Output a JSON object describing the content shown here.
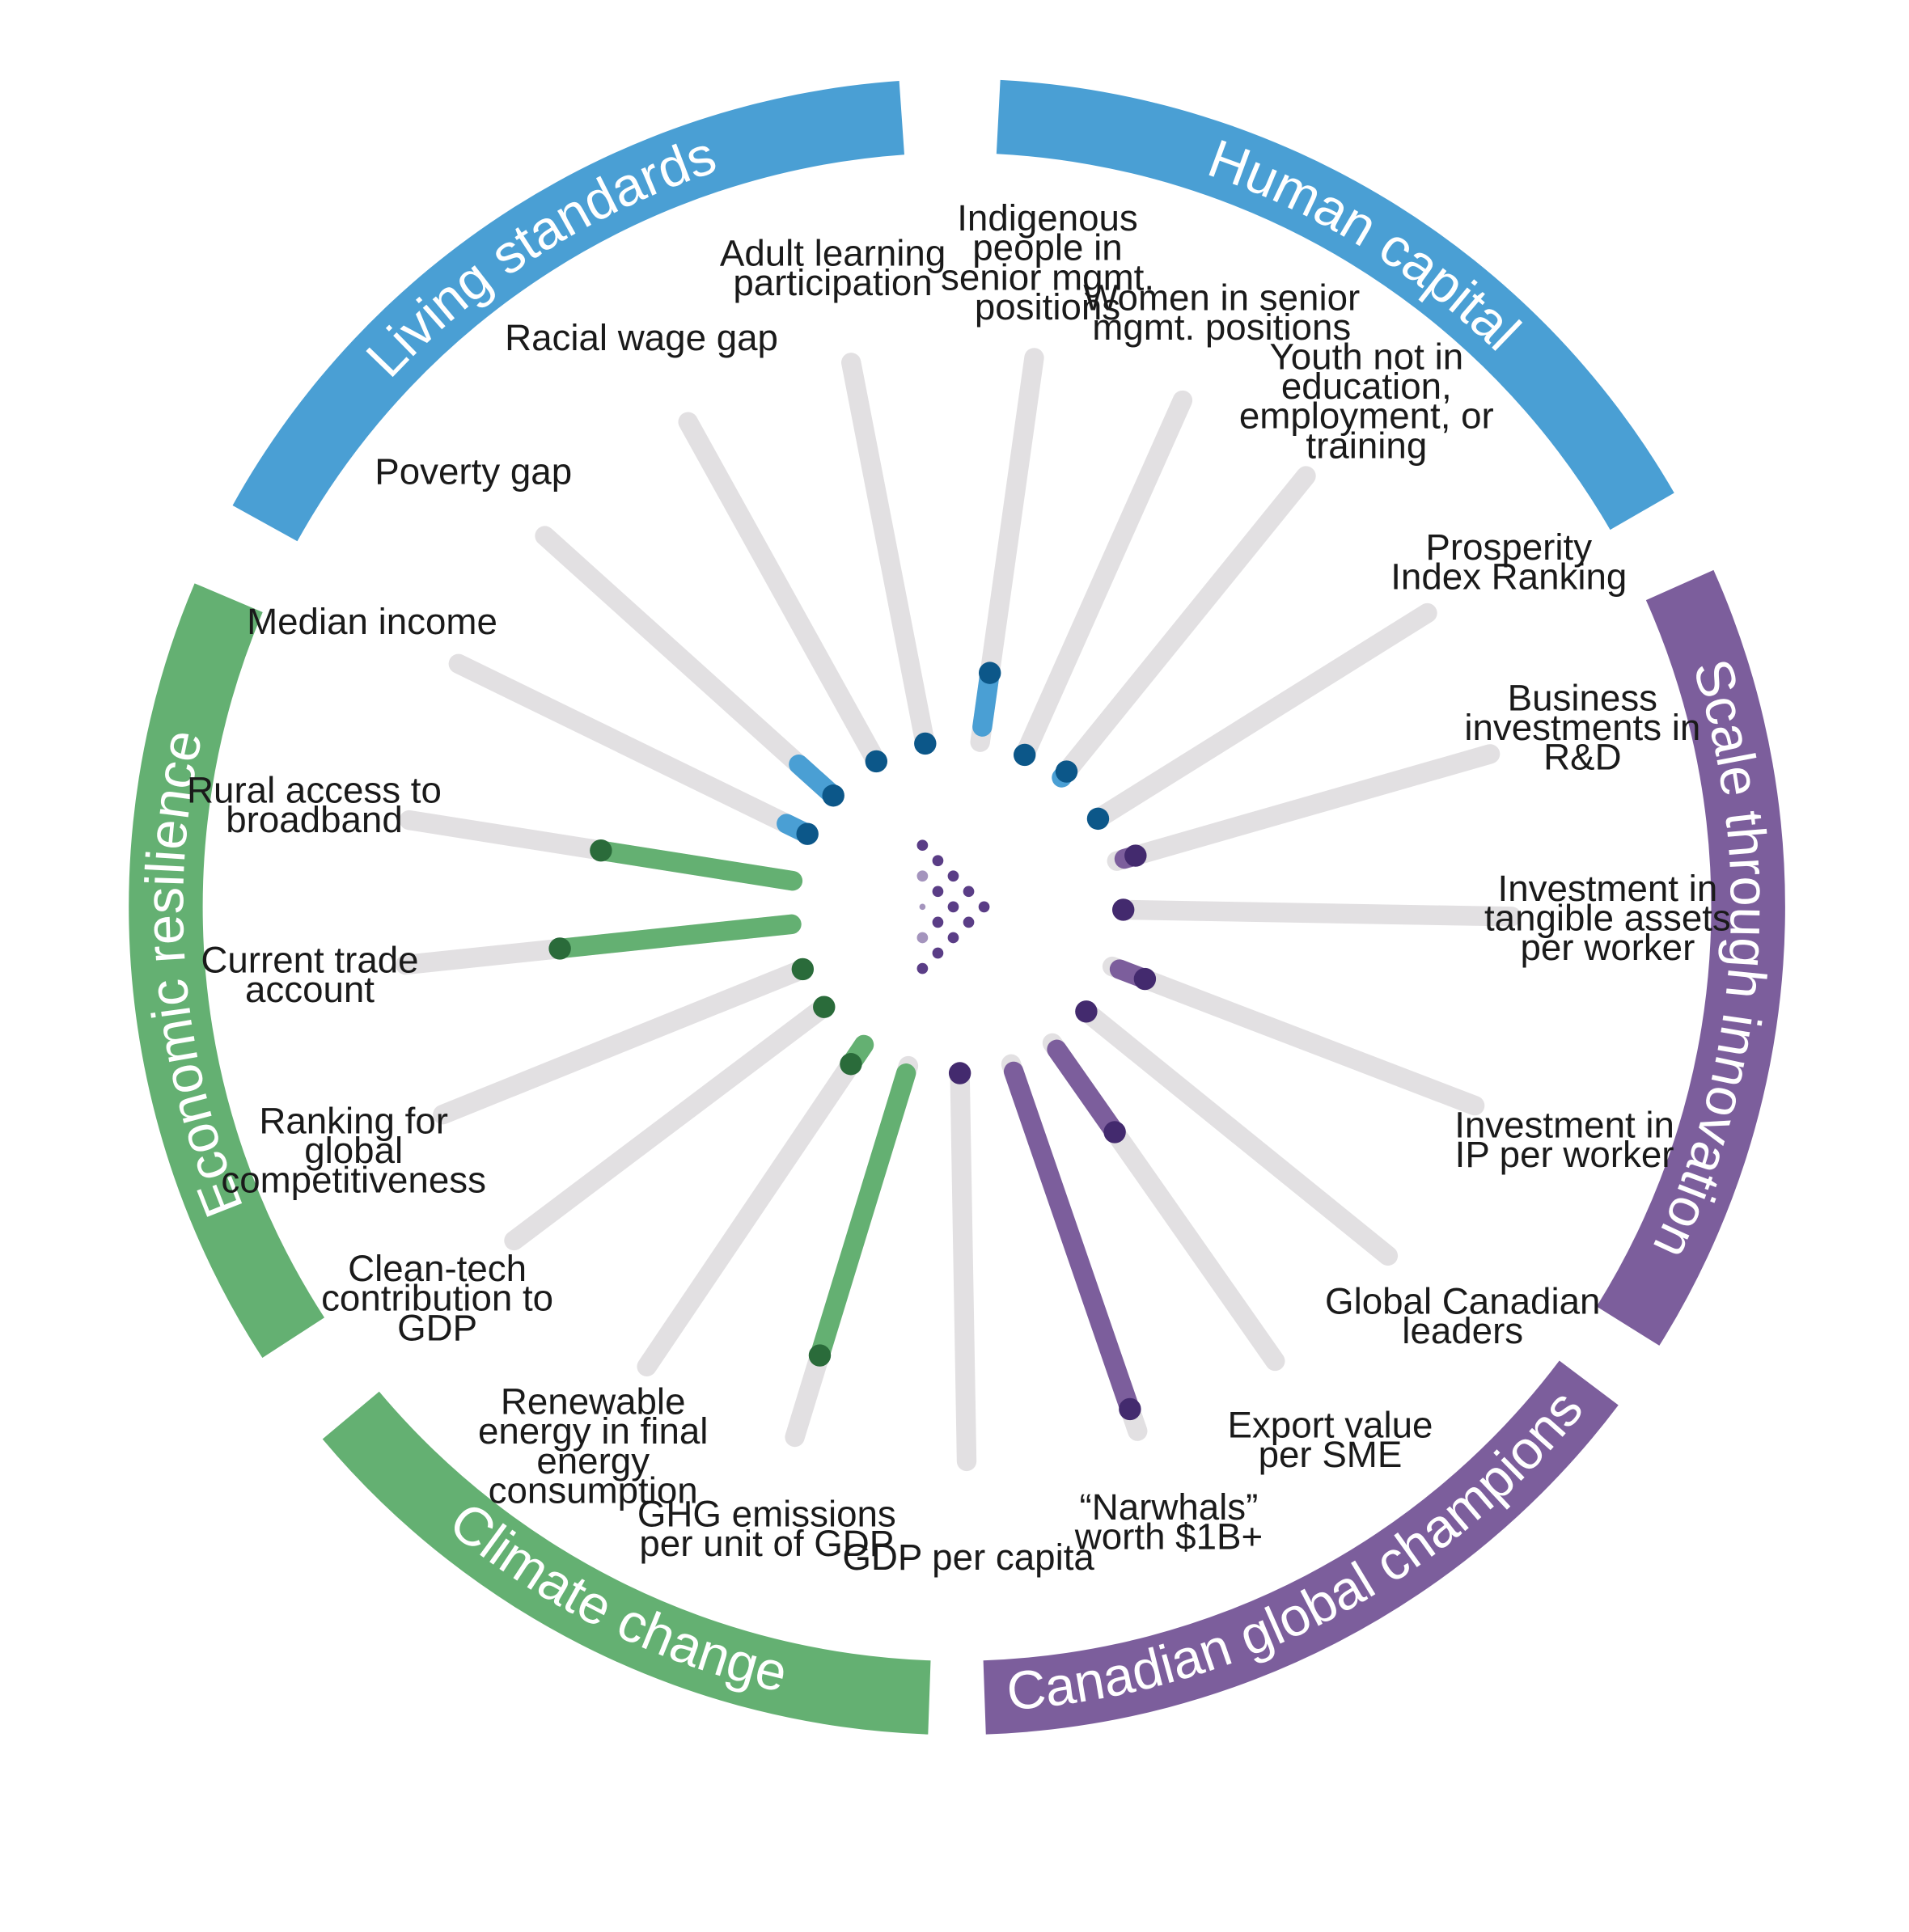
{
  "colors": {
    "track": "#e2e0e2",
    "blue_ring": "#4a9fd4",
    "green_ring": "#64b072",
    "purple_ring": "#7c5e9c",
    "blue_dark": "#0c5789",
    "green_dark": "#2a6b3a",
    "purple_dark": "#432a6e",
    "logo": "#5a3d86"
  },
  "chart_data": {
    "type": "radial-bar",
    "categories": [
      {
        "name": "Human capital",
        "color": "#4a9fd4"
      },
      {
        "name": "Scale through innovation",
        "color": "#7c5e9c"
      },
      {
        "name": "Canadian global champions",
        "color": "#7c5e9c"
      },
      {
        "name": "Climate change",
        "color": "#64b072"
      },
      {
        "name": "Economic resilience",
        "color": "#64b072"
      },
      {
        "name": "Living standards",
        "color": "#4a9fd4"
      }
    ],
    "indicators": [
      {
        "label": "Indigenous people in senior mgmt. positions",
        "category": "Human capital",
        "start": 0.18,
        "end": 0.04
      },
      {
        "label": "Women in senior mgmt. positions",
        "category": "Human capital",
        "start": 0.0,
        "end": 0.0
      },
      {
        "label": "Youth not in education, employment, or training",
        "category": "Human capital",
        "start": 0.02,
        "end": 0.0
      },
      {
        "label": "Prosperity Index Ranking",
        "category": "Human capital",
        "start": 0.0,
        "end": 0.0
      },
      {
        "label": "Business investments in R&D",
        "category": "Scale through innovation",
        "start": 0.05,
        "end": 0.02
      },
      {
        "label": "Investment in tangible assets per worker",
        "category": "Scale through innovation",
        "start": 0.0,
        "end": 0.0
      },
      {
        "label": "Investment in IP per worker",
        "category": "Scale through innovation",
        "start": 0.09,
        "end": 0.02
      },
      {
        "label": "Global Canadian leaders",
        "category": "Canadian global champions",
        "start": 0.0,
        "end": 0.0
      },
      {
        "label": "Export value per SME",
        "category": "Canadian global champions",
        "start": 0.28,
        "end": 0.02
      },
      {
        "label": "“Narwhals” worth $1B+",
        "category": "Canadian global champions",
        "start": 0.94,
        "end": 0.02
      },
      {
        "label": "GDP per capita",
        "category": "Canadian global champions",
        "start": 0.0,
        "end": 0.0
      },
      {
        "label": "GHG emissions per unit of GDP",
        "category": "Climate change",
        "start": 0.78,
        "end": 0.02
      },
      {
        "label": "Renewable energy in final energy consumption",
        "category": "Climate change",
        "start": 0.06,
        "end": 0.0
      },
      {
        "label": "Clean-tech contribution to GDP",
        "category": "Climate change",
        "start": 0.0,
        "end": 0.0
      },
      {
        "label": "Ranking for global competitiveness",
        "category": "Economic resilience",
        "start": 0.0,
        "end": 0.0
      },
      {
        "label": "Current trade account",
        "category": "Economic resilience",
        "start": 0.6,
        "end": 0.0
      },
      {
        "label": "Rural access to broadband",
        "category": "Economic resilience",
        "start": 0.5,
        "end": 0.0
      },
      {
        "label": "Median income",
        "category": "Living standards",
        "start": 0.0,
        "end": 0.06
      },
      {
        "label": "Poverty gap",
        "category": "Living standards",
        "start": 0.0,
        "end": 0.12
      },
      {
        "label": "Racial wage gap",
        "category": "Living standards",
        "start": 0.0,
        "end": 0.0
      },
      {
        "label": "Adult learning participation",
        "category": "Living standards",
        "start": 0.0,
        "end": 0.0
      }
    ]
  }
}
